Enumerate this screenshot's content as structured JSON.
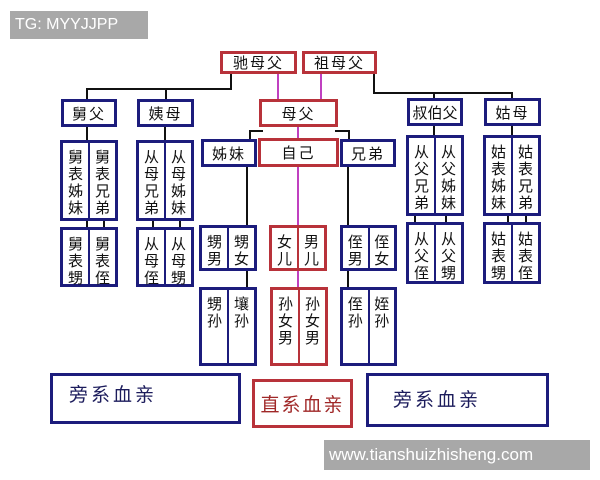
{
  "watermarks": {
    "top_left": "TG: MYYJJPP",
    "bottom_right": "www.tianshuizhisheng.com"
  },
  "colors": {
    "collateral": "#1c1c7c",
    "direct": "#b8323a",
    "direct_line": "#c040c0"
  },
  "grandparents": {
    "maternal": "驰母父",
    "paternal": "祖母父"
  },
  "parents_level": {
    "maternal_uncle": "舅父",
    "maternal_aunt": "姨母",
    "parents": "母父",
    "paternal_uncle": "叔伯父",
    "paternal_aunt": "姑母"
  },
  "self_level": {
    "sisters": "姊妹",
    "self": "自己",
    "brothers": "兄弟"
  },
  "cousins": {
    "maternal_uncle": [
      "舅表姊妹",
      "舅表兄弟"
    ],
    "maternal_aunt": [
      "从母兄弟",
      "从母姊妹"
    ],
    "paternal_uncle": [
      "从父兄弟",
      "从父姊妹"
    ],
    "paternal_aunt": [
      "姑表姊妹",
      "姑表兄弟"
    ]
  },
  "cousin_children": {
    "maternal_uncle": [
      "舅表甥",
      "舅表侄"
    ],
    "maternal_aunt": [
      "从母侄",
      "从母甥"
    ],
    "paternal_uncle": [
      "从父侄",
      "从父甥"
    ],
    "paternal_aunt": [
      "姑表甥",
      "姑表侄"
    ]
  },
  "children": {
    "sisters": [
      "甥男",
      "甥女"
    ],
    "self": [
      "女儿",
      "男儿"
    ],
    "brothers": [
      "侄男",
      "侄女"
    ]
  },
  "grandchildren": {
    "sisters": [
      "甥孙",
      "壤孙"
    ],
    "self": [
      "孙女男",
      "孙女男"
    ],
    "brothers": [
      "侄孙",
      "姪孙"
    ]
  },
  "legend": {
    "left": "旁系血亲",
    "center": "直系血亲",
    "right": "旁系血亲"
  }
}
